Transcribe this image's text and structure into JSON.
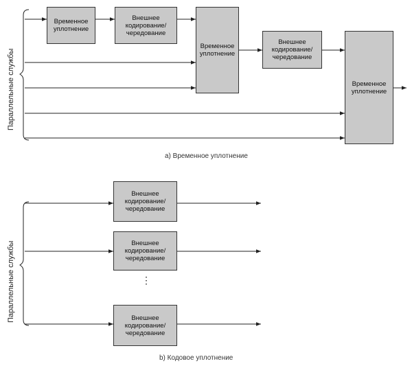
{
  "top": {
    "side_label": "Параллельные службы",
    "caption": "а) Временное уплотнение",
    "boxes": {
      "mux1": "Временное\nуплотнение",
      "coder1": "Внешнее\nкодирование/\nчередование",
      "mux2": "Временное\nуплотнение",
      "coder2": "Внешнее\nкодирование/\nчередование",
      "mux3": "Временное\nуплотнение"
    }
  },
  "bottom": {
    "side_label": "Параллельные службы",
    "caption": "b) Кодовое уплотнение",
    "boxes": {
      "coder_a": "Внешнее\nкодирование/\nчередование",
      "coder_b": "Внешнее\nкодирование/\nчередование",
      "coder_c": "Внешнее\nкодирование/\nчередование"
    },
    "ellipsis": "⋮"
  }
}
